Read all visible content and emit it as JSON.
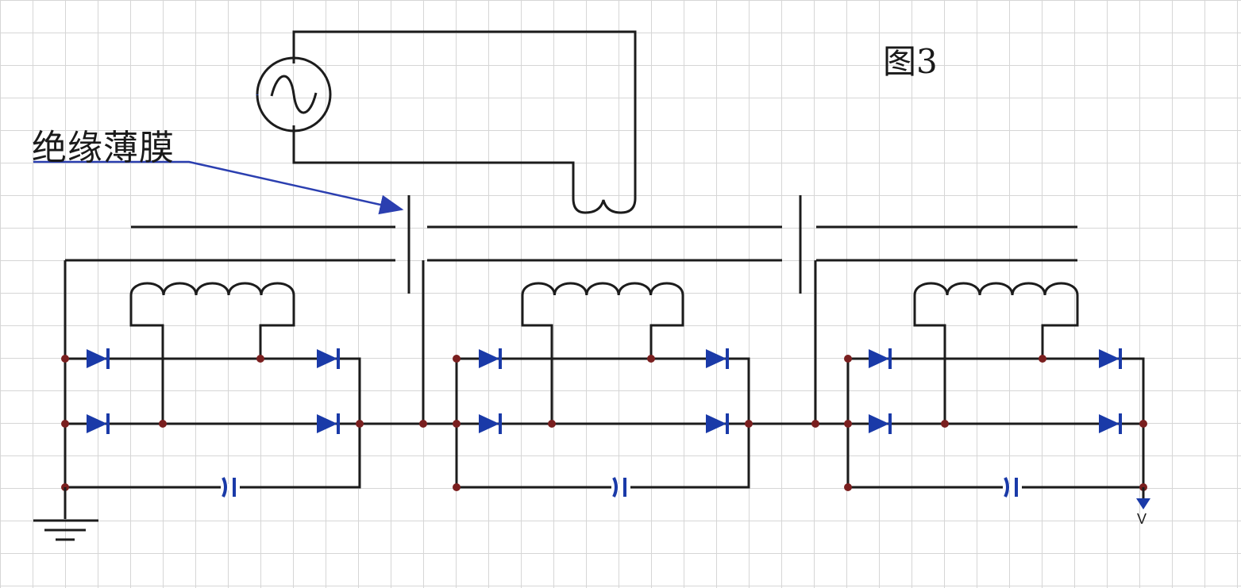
{
  "diagram": {
    "figure_title": "图3",
    "film_label": "绝缘薄膜",
    "output_terminal": "V",
    "stage_count": 3,
    "colors": {
      "wire": "#1c1c1c",
      "diode": "#1a3aa8",
      "capacitor": "#1a3aa8",
      "node": "#7a1f1f",
      "arrow": "#2b3fb0",
      "grid": "#d6d6d6"
    },
    "components": [
      "ac-source",
      "primary-coil",
      "insulating-film",
      "secondary-coil",
      "diode",
      "capacitor",
      "ground-symbol"
    ]
  }
}
